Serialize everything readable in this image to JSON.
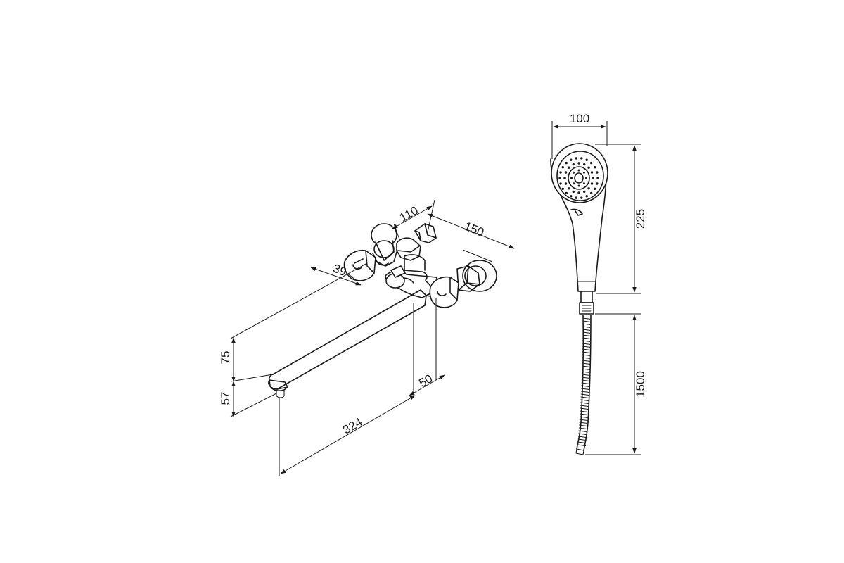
{
  "faucet": {
    "dimensions": {
      "width_110": "110",
      "depth_150": "150",
      "handle_39": "39",
      "height_75": "75",
      "height_57": "57",
      "spout_324": "324",
      "offset_50": "50"
    }
  },
  "shower": {
    "dimensions": {
      "head_width": "100",
      "head_length": "225",
      "hose_length": "1500"
    }
  },
  "colors": {
    "line": "#1a1a1a",
    "background": "#ffffff"
  }
}
